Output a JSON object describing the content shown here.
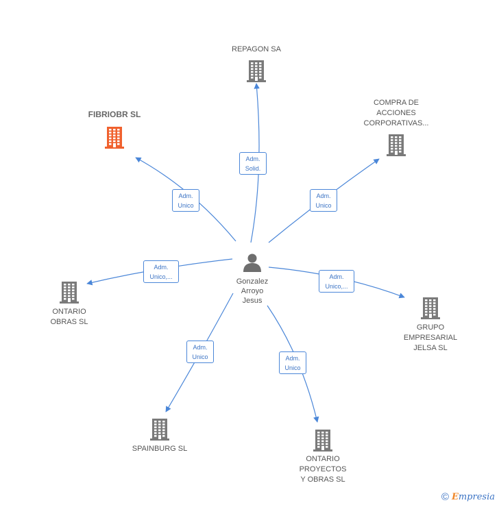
{
  "person": {
    "name": "Gonzalez\nArroyo\nJesus",
    "icon": "person-icon"
  },
  "companies": [
    {
      "id": "repagon",
      "name": "REPAGON SA",
      "highlight": false
    },
    {
      "id": "compra",
      "name": "COMPRA DE\nACCIONES\nCORPORATIVAS...",
      "highlight": false
    },
    {
      "id": "fibriobr",
      "name": "FIBRIOBR SL",
      "highlight": true
    },
    {
      "id": "ontario-obras",
      "name": "ONTARIO\nOBRAS SL",
      "highlight": false
    },
    {
      "id": "grupo",
      "name": "GRUPO\nEMPRESARIAL\nJELSA SL",
      "highlight": false
    },
    {
      "id": "spainburg",
      "name": "SPAINBURG SL",
      "highlight": false
    },
    {
      "id": "ontario-proyectos",
      "name": "ONTARIO\nPROYECTOS\nY OBRAS SL",
      "highlight": false
    }
  ],
  "relations": [
    {
      "to": "repagon",
      "label": "Adm.\nSolid."
    },
    {
      "to": "compra",
      "label": "Adm.\nUnico"
    },
    {
      "to": "fibriobr",
      "label": "Adm.\nUnico"
    },
    {
      "to": "ontario-obras",
      "label": "Adm.\nUnico,..."
    },
    {
      "to": "grupo",
      "label": "Adm.\nUnico,..."
    },
    {
      "to": "spainburg",
      "label": "Adm.\nUnico"
    },
    {
      "to": "ontario-proyectos",
      "label": "Adm.\nUnico"
    }
  ],
  "colors": {
    "edge": "#4a86d8",
    "building": "#7a7a7a",
    "highlight": "#f0612e",
    "person": "#6e6e6e"
  },
  "footer": {
    "copyright_symbol": "©",
    "brand_initial": "E",
    "brand_rest": "mpresia"
  }
}
